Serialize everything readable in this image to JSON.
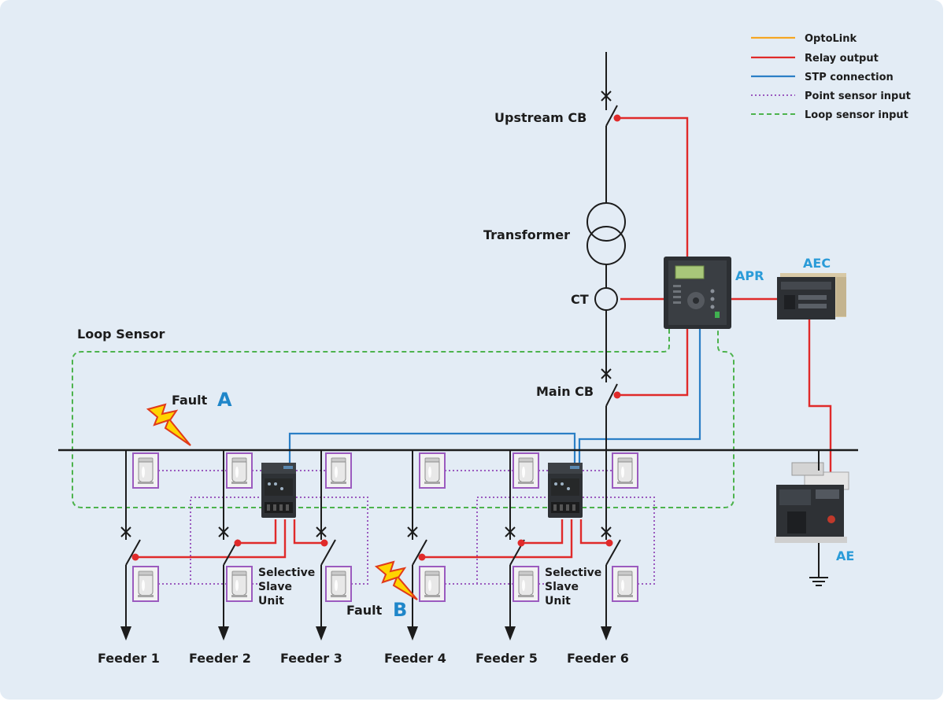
{
  "colors": {
    "panel_bg": "#e3ecf5",
    "optolink": "#f5a623",
    "relay_output": "#e02a2a",
    "stp_connection": "#2b7fc6",
    "point_sensor": "#9b5bbf",
    "loop_sensor": "#4db34d",
    "label_blue": "#2a9bd8"
  },
  "legend": {
    "items": [
      {
        "label": "OptoLink",
        "style": "solid",
        "color": "#f5a623"
      },
      {
        "label": "Relay output",
        "style": "solid",
        "color": "#e02a2a"
      },
      {
        "label": "STP connection",
        "style": "solid",
        "color": "#2b7fc6"
      },
      {
        "label": "Point sensor input",
        "style": "dotted",
        "color": "#9b5bbf"
      },
      {
        "label": "Loop sensor input",
        "style": "dashed",
        "color": "#4db34d"
      }
    ]
  },
  "labels": {
    "upstream_cb": "Upstream CB",
    "transformer": "Transformer",
    "ct": "CT",
    "main_cb": "Main CB",
    "loop_sensor": "Loop Sensor",
    "apr": "APR",
    "aec": "AEC",
    "ae": "AE",
    "fault_a_prefix": "Fault",
    "fault_a_letter": "A",
    "fault_b_prefix": "Fault",
    "fault_b_letter": "B",
    "slave_unit_1": [
      "Selective",
      "Slave",
      "Unit"
    ],
    "slave_unit_2": [
      "Selective",
      "Slave",
      "Unit"
    ]
  },
  "feeders": [
    "Feeder 1",
    "Feeder 2",
    "Feeder 3",
    "Feeder 4",
    "Feeder 5",
    "Feeder 6"
  ],
  "icons": {
    "fault": "lightning-bolt-icon",
    "sensor": "point-sensor-icon",
    "ground": "ground-icon"
  }
}
